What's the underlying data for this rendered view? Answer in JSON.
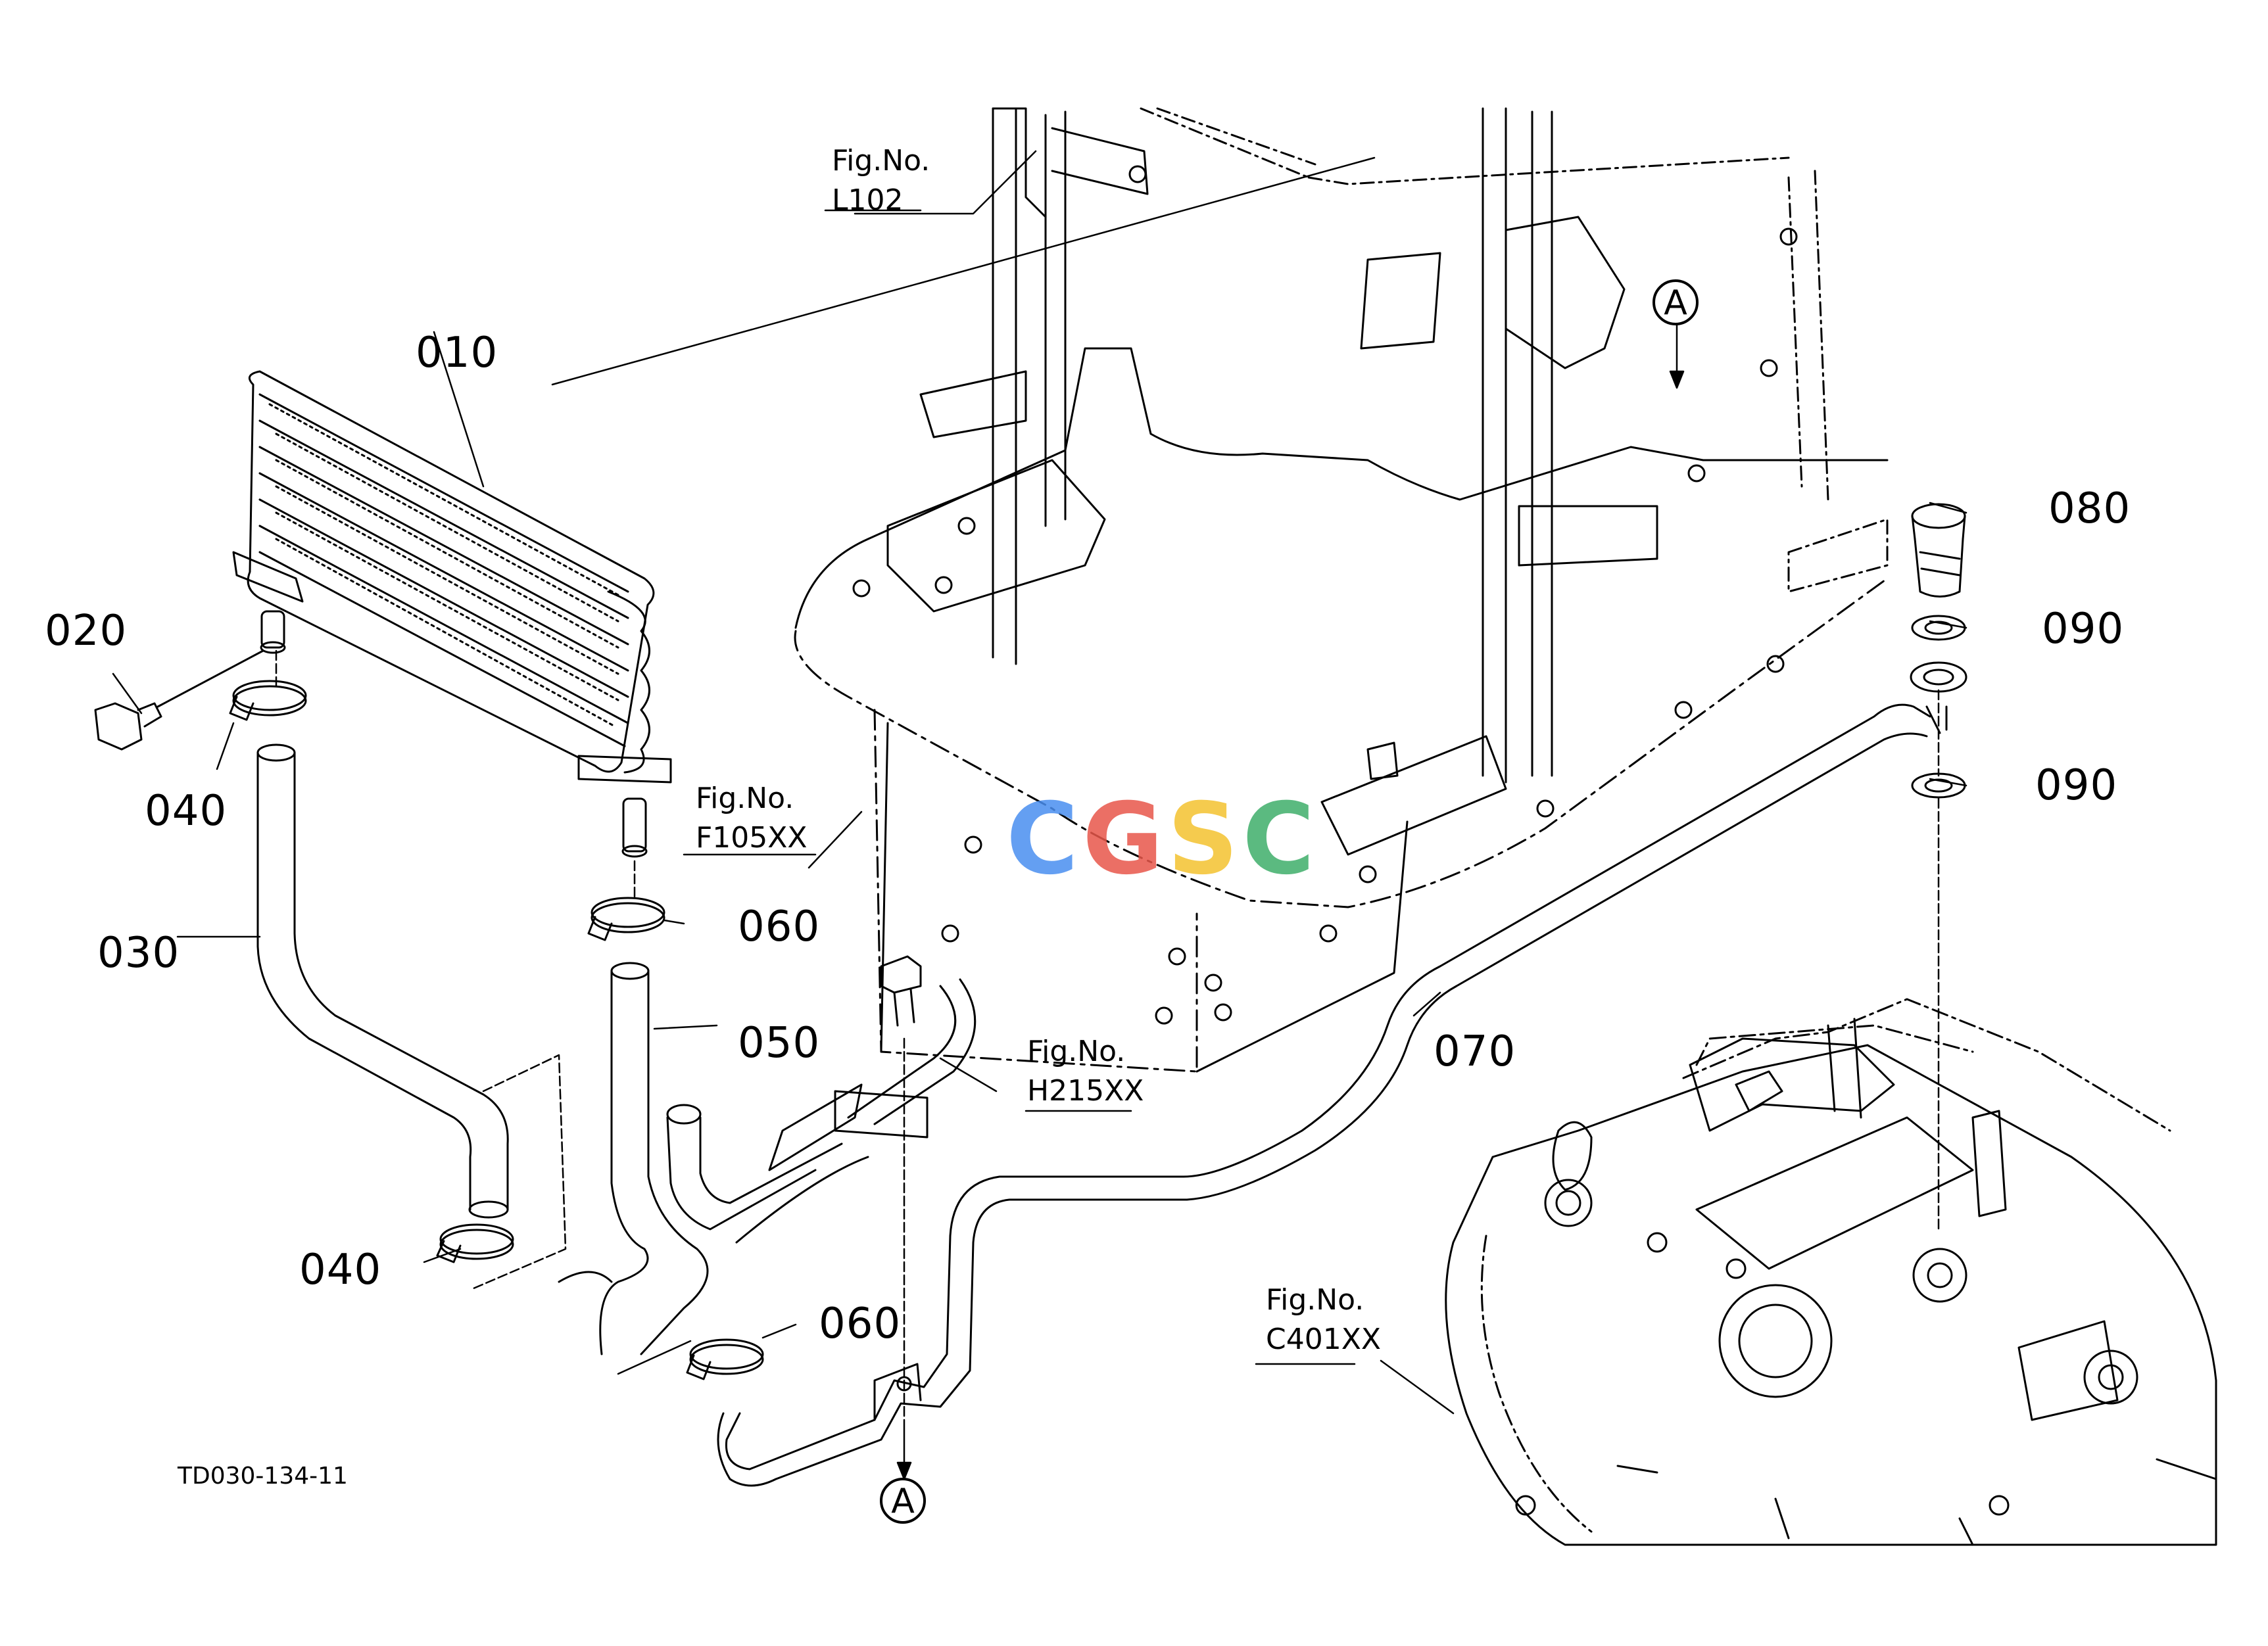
{
  "parts": [
    {
      "id": "part-010",
      "label": "010"
    },
    {
      "id": "part-020",
      "label": "020"
    },
    {
      "id": "part-030",
      "label": "030"
    },
    {
      "id": "part-040-upper",
      "label": "040"
    },
    {
      "id": "part-040-lower",
      "label": "040"
    },
    {
      "id": "part-050",
      "label": "050"
    },
    {
      "id": "part-060-upper",
      "label": "060"
    },
    {
      "id": "part-060-lower",
      "label": "060"
    },
    {
      "id": "part-070",
      "label": "070"
    },
    {
      "id": "part-080",
      "label": "080"
    },
    {
      "id": "part-090-upper",
      "label": "090"
    },
    {
      "id": "part-090-lower",
      "label": "090"
    }
  ],
  "figure_refs": [
    {
      "id": "fig-l102",
      "line1": "Fig.No.",
      "line2": "L102"
    },
    {
      "id": "fig-f105xx",
      "line1": "Fig.No.",
      "line2": "F105XX"
    },
    {
      "id": "fig-h215xx",
      "line1": "Fig.No.",
      "line2": "H215XX"
    },
    {
      "id": "fig-c401xx",
      "line1": "Fig.No.",
      "line2": "C401XX"
    }
  ],
  "callouts": {
    "top": "A",
    "bottom": "A"
  },
  "drawing_code": "TD030-134-11",
  "watermark": {
    "letters": [
      "C",
      "G",
      "S",
      "C"
    ],
    "colors": [
      "#4a8ff0",
      "#e8574b",
      "#f4c330",
      "#3fae6a"
    ]
  }
}
